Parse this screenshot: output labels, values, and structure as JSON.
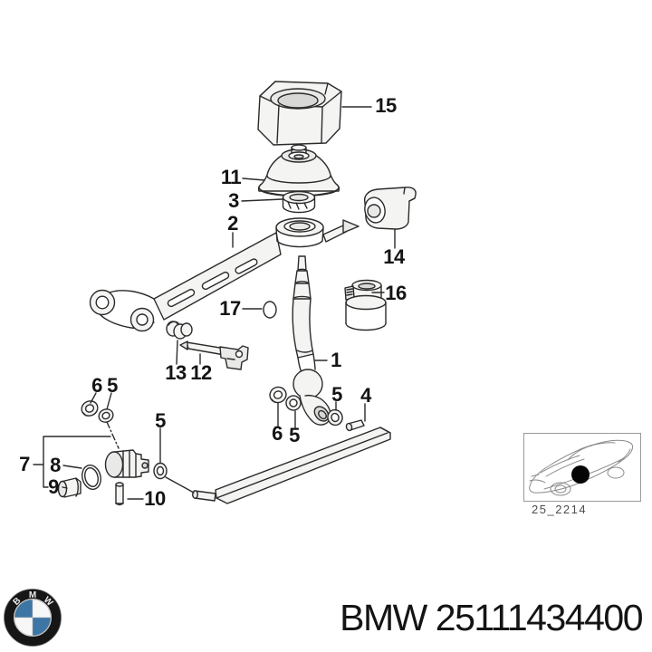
{
  "page": {
    "background": "#ffffff"
  },
  "diagram": {
    "callouts": [
      {
        "label": "15"
      },
      {
        "label": "11"
      },
      {
        "label": "3"
      },
      {
        "label": "2"
      },
      {
        "label": "14"
      },
      {
        "label": "16"
      },
      {
        "label": "17"
      },
      {
        "label": "1"
      },
      {
        "label": "13"
      },
      {
        "label": "12"
      },
      {
        "label": "6"
      },
      {
        "label": "5"
      },
      {
        "label": "5"
      },
      {
        "label": "6"
      },
      {
        "label": "5"
      },
      {
        "label": "5"
      },
      {
        "label": "4"
      },
      {
        "label": "7"
      },
      {
        "label": "8"
      },
      {
        "label": "9"
      },
      {
        "label": "10"
      }
    ],
    "thumbnail": {
      "caption": "25_2214"
    }
  },
  "footer": {
    "part_title": "BMW 25111434400",
    "logo": {
      "letters": [
        "B",
        "M",
        "W"
      ]
    }
  },
  "colors": {
    "diagram_line": "#2b2b2b",
    "label_text": "#141414",
    "logo_blue": "#3d75a5",
    "logo_ring": "#161616",
    "caption_text": "#4c4c4c",
    "thumbnail_line": "#8a8a8a"
  }
}
